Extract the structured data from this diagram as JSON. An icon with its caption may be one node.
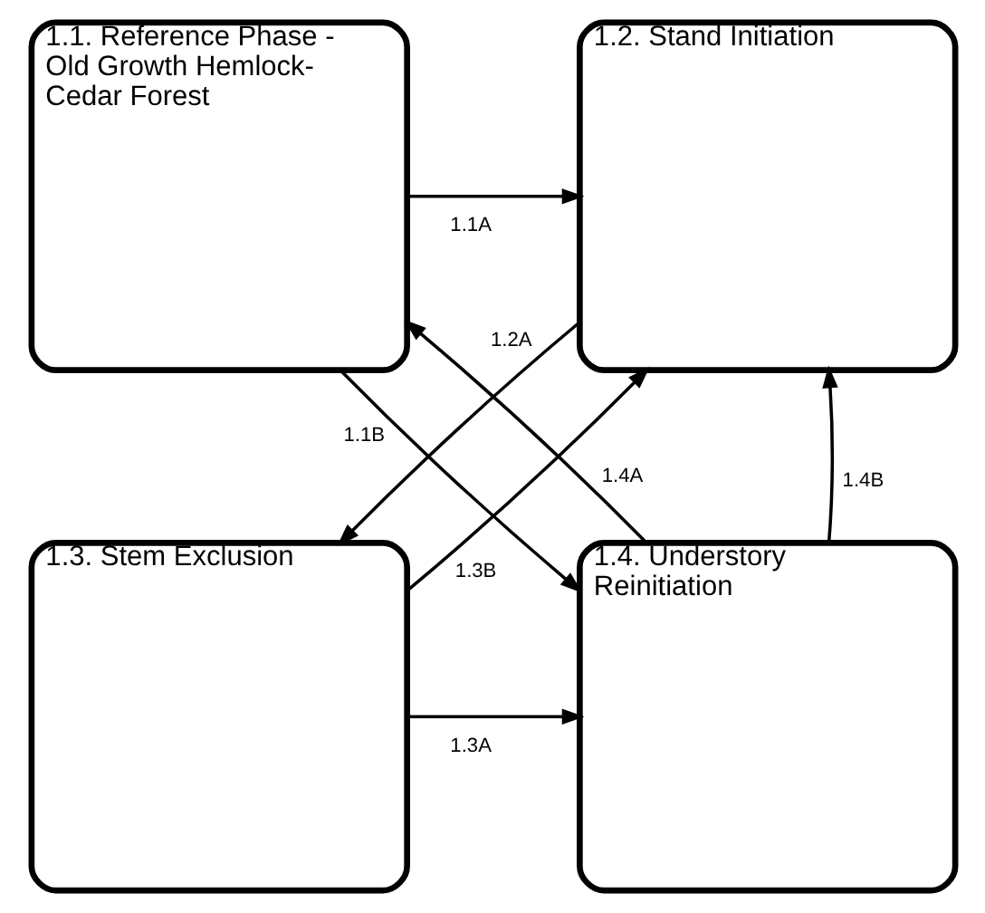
{
  "diagram": {
    "nodes": [
      {
        "text": [
          "1.1. Reference Phase - Old Growth Hemlock-Cedar Forest"
        ]
      },
      {
        "text": [
          "1.2. Stand Initiation"
        ]
      },
      {
        "text": [
          "1.3. Stem Exclusion"
        ]
      },
      {
        "text": [
          "1.4. Understory Reinitiation"
        ]
      }
    ],
    "edges": [
      {
        "from": 0,
        "to": 1,
        "arrow": "to",
        "label": "1.1A"
      },
      {
        "from": 1,
        "to": 2,
        "arrow": "to",
        "label": "1.2A"
      },
      {
        "from": 0,
        "to": 3,
        "arrow": "to",
        "label": "1.1B"
      },
      {
        "from": 3,
        "to": 0,
        "arrow": "to",
        "label": "1.4A"
      },
      {
        "from": 2,
        "to": 1,
        "arrow": "to",
        "label": "1.3B"
      },
      {
        "from": 2,
        "to": 3,
        "arrow": "to",
        "label": "1.3A"
      },
      {
        "from": 3,
        "to": 1,
        "arrow": "to",
        "label": "1.4B"
      }
    ]
  }
}
